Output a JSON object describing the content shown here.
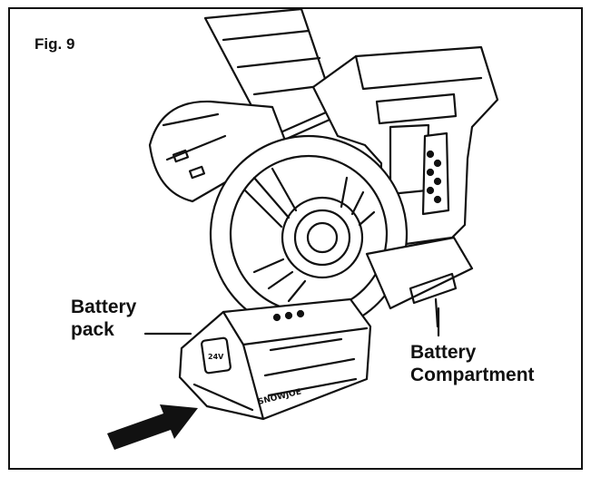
{
  "figure_label": "Fig. 9",
  "labels": {
    "battery_pack": [
      "Battery",
      "pack"
    ],
    "battery_compartment": [
      "Battery",
      "Compartment"
    ]
  },
  "embossed": {
    "brand": "SNOWJOE",
    "battery_badge": "24V"
  },
  "colors": {
    "line": "#111111",
    "paper": "#ffffff",
    "arrow": "#111111"
  }
}
